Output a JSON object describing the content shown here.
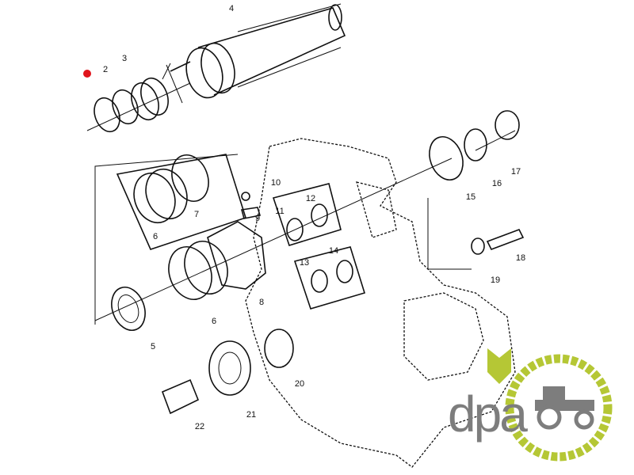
{
  "diagram": {
    "callouts": [
      "2",
      "3",
      "4",
      "5",
      "6",
      "7",
      "6",
      "8",
      "9",
      "10",
      "11",
      "12",
      "13",
      "14",
      "15",
      "16",
      "17",
      "18",
      "19",
      "20",
      "21",
      "22"
    ],
    "marker_color": "#e0141c"
  },
  "logo": {
    "text": "dpa",
    "accent_color": "#b5c735",
    "text_color": "#7d7d7d"
  }
}
